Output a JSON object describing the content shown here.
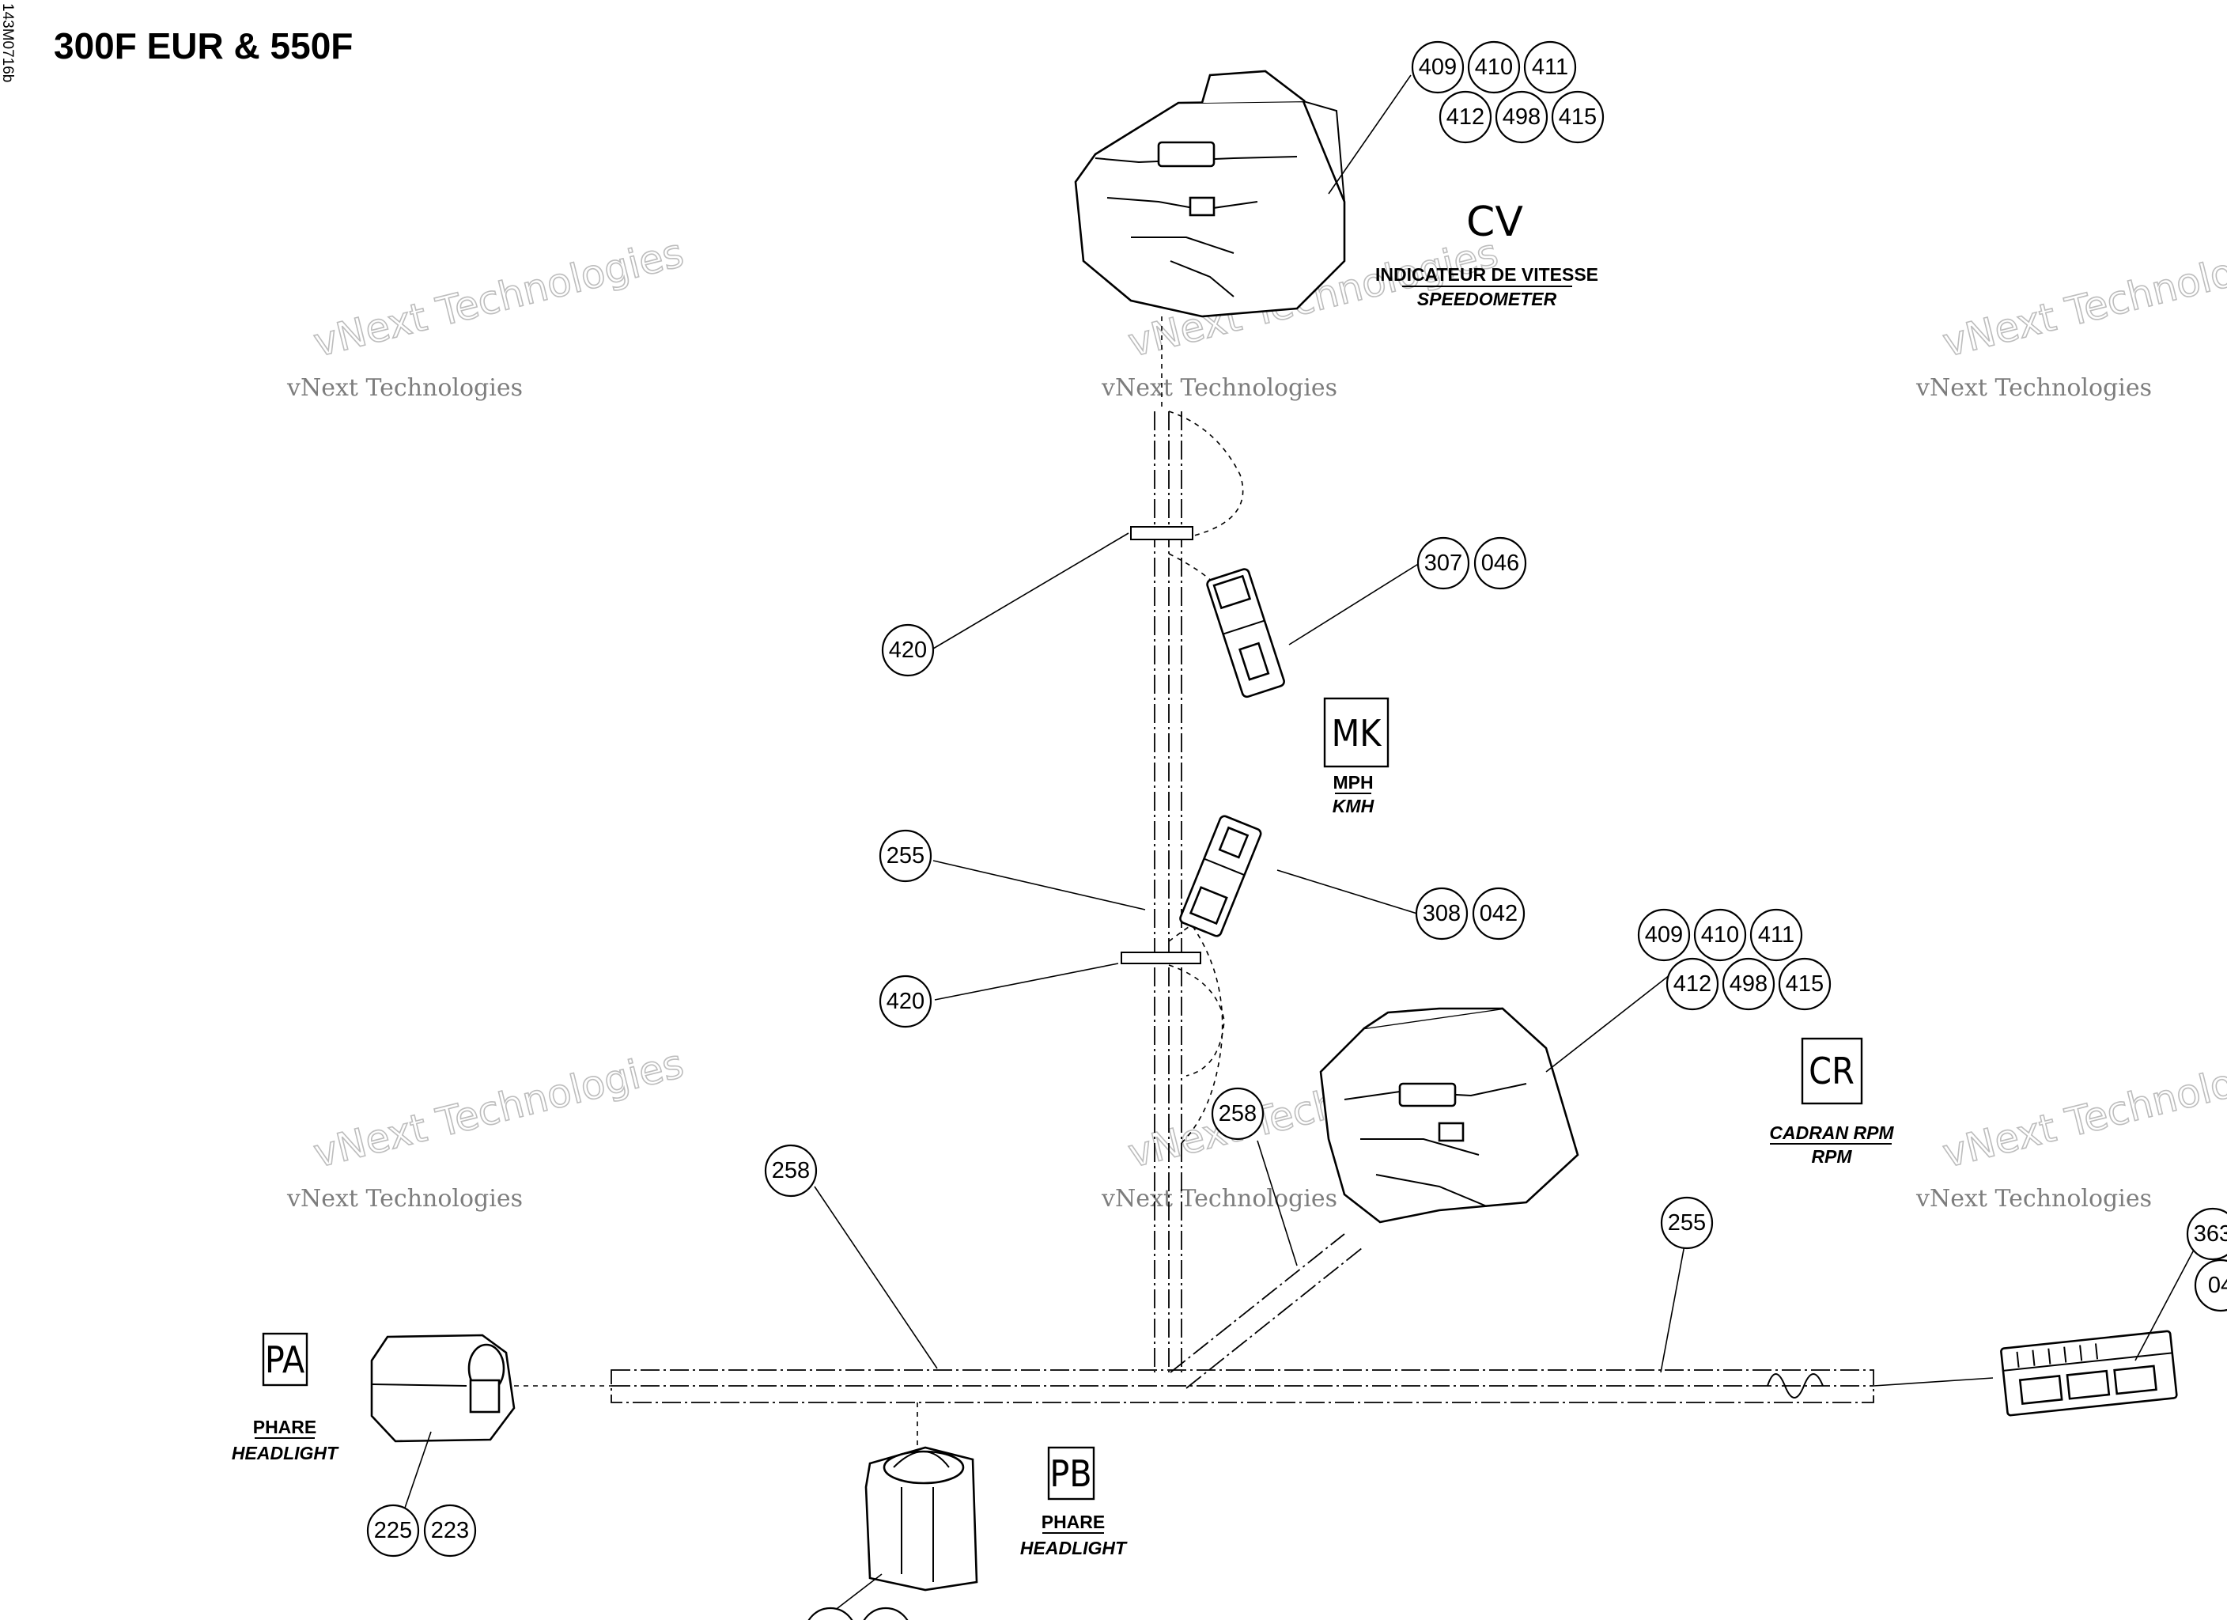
{
  "title": "300F EUR & 550F",
  "side_reference": "143M0716b",
  "watermark": {
    "line1": "vNext Technologies",
    "line2": "vNext Technologies"
  },
  "connectors": {
    "cv": {
      "code": "CV",
      "label_fr": "INDICATEUR DE VITESSE",
      "label_en": "SPEEDOMETER",
      "refs_row1": [
        "409",
        "410",
        "411"
      ],
      "refs_row2": [
        "412",
        "498",
        "415"
      ]
    },
    "mk": {
      "code": "MK",
      "label_fr": "MPH",
      "label_en": "KMH",
      "refs_top": [
        "307",
        "046"
      ],
      "refs_bottom": [
        "308",
        "042"
      ]
    },
    "cr": {
      "code": "CR",
      "label_fr": "CADRAN RPM",
      "label_en": "RPM",
      "refs_row1": [
        "409",
        "410",
        "411"
      ],
      "refs_row2": [
        "412",
        "498",
        "415"
      ]
    },
    "pa": {
      "code": "PA",
      "label_fr": "PHARE",
      "label_en": "HEADLIGHT",
      "refs": [
        "225",
        "223"
      ]
    },
    "pb": {
      "code": "PB",
      "label_fr": "PHARE",
      "label_en": "HEADLIGHT"
    }
  },
  "harness_refs": {
    "clip_upper": "420",
    "clip_lower": "420",
    "tape_vertical": "255",
    "tape_left": "258",
    "tape_branch": "258",
    "tape_right": "255",
    "right_connector_ref": "363",
    "right_connector_ref2": "04"
  }
}
